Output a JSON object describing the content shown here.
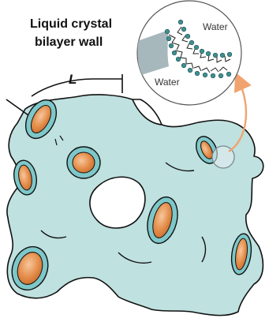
{
  "title": {
    "line1": "Liquid crystal",
    "line2": "bilayer wall"
  },
  "dimension_label": "L",
  "inset": {
    "water_top": "Water",
    "water_bottom": "Water"
  },
  "colors": {
    "lattice_fill": "#bfe1e0",
    "outline": "#111111",
    "pore_ring": "#7ec7c9",
    "pore_inner": "#e58f4c",
    "pore_inner_light": "#f6c79e",
    "arrow": "#f1a36f",
    "lipid_head": "#3f8f91",
    "hydrophobic_band": "#a7b8bd"
  },
  "icons": {
    "magnifier": "zoom-circle",
    "arrow": "curved-arrow"
  }
}
